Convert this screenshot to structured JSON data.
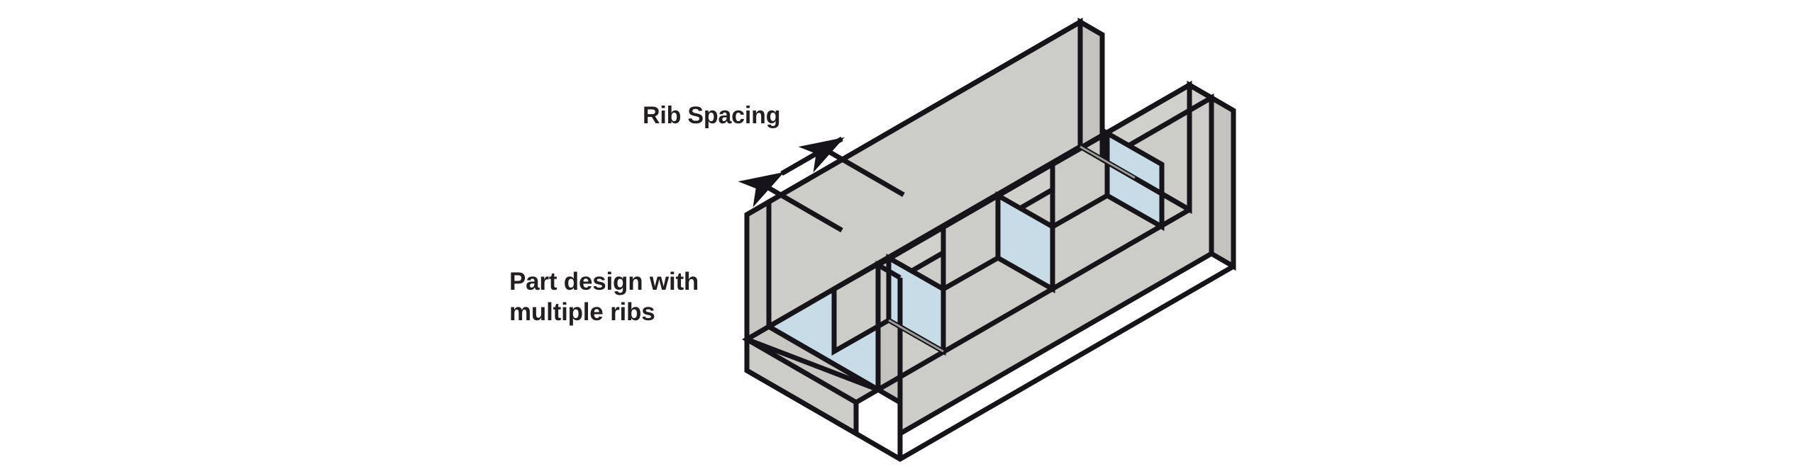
{
  "figure": {
    "title": "Part design with multiple ribs",
    "background_color": "#ffffff"
  },
  "labels": {
    "rib_spacing": "Rib Spacing",
    "caption_line1": "Part design with",
    "caption_line2": "multiple ribs"
  },
  "colors": {
    "outline": "#161418",
    "wall_gray": "#ccccc8",
    "wall_gray_top": "#d0d0cc",
    "wall_gray_shade": "#c8c7c3",
    "interior_blue": "#c7dce7",
    "interior_blue_dark": "#bed6e3",
    "text": "#231f20",
    "hidden_edge": "#8a8a88"
  },
  "geometry": {
    "projection": "isometric",
    "part_type": "U-channel with transverse ribs",
    "rib_count": 3,
    "wall_count": 2,
    "dimension_callout": "Rib Spacing",
    "arrow_style": "double-headed"
  },
  "annotations": {
    "dimension_label": "Rib Spacing",
    "dimension_target": "spacing between adjacent ribs"
  }
}
